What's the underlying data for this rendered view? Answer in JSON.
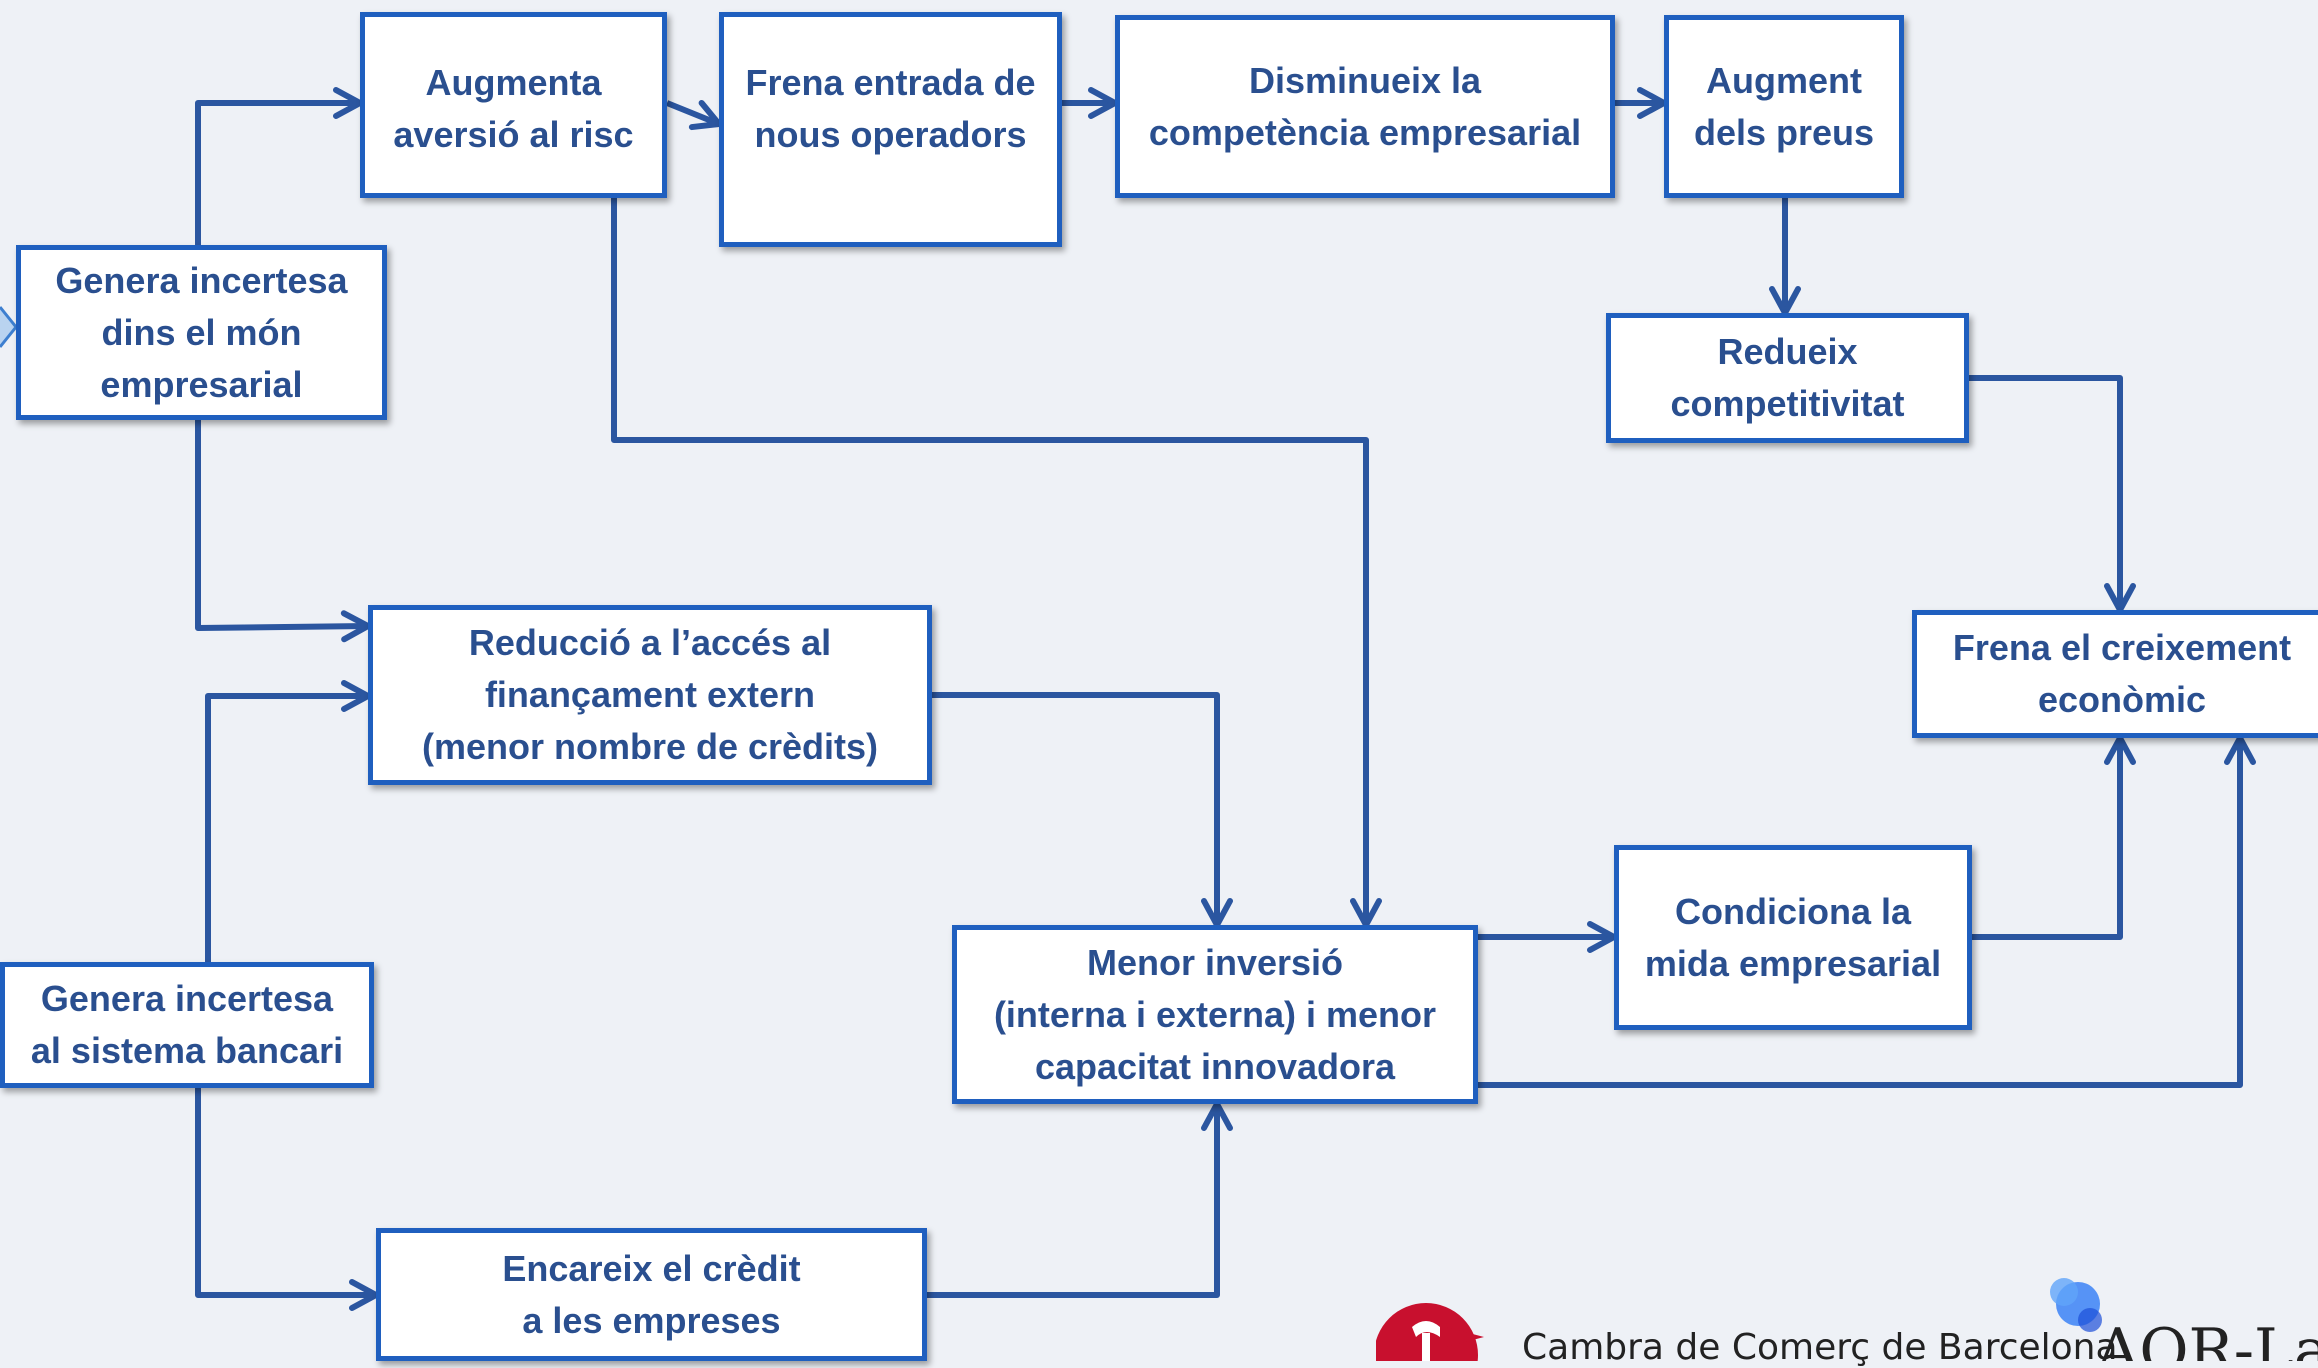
{
  "colors": {
    "background": "#eef1f6",
    "box_border": "#1f5fbf",
    "box_text": "#2a4f8f",
    "arrow": "#2b56a0",
    "logo_red": "#c8102e",
    "logo_blue": "#3b82f6"
  },
  "nodes": {
    "genera_empresarial": "Genera incertesa\ndins el món\nempresarial",
    "augmenta_aversio": "Augmenta\naversió al risc",
    "frena_entrada": "Frena entrada de\nnous operadors",
    "disminueix_competencia": "Disminueix la\ncompetència empresarial",
    "augment_preus": "Augment\ndels preus",
    "redueix_competitivitat": "Redueix\ncompetitivitat",
    "frena_creixement": "Frena el creixement\neconòmic",
    "reduccio_acces": "Reducció a l’accés al\nfinançament extern\n(menor nombre de crèdits)",
    "genera_bancari": "Genera incertesa\nal sistema bancari",
    "menor_inversio": "Menor inversió\n(interna i externa)  i menor\ncapacitat innovadora",
    "condiciona_mida": "Condiciona la\nmida empresarial",
    "encareix_credit": "Encareix el crèdit\na les empreses"
  },
  "logos": {
    "cambra_text": "Cambra de Comerç de Barcelona",
    "cambra_icon": "cambra-logo-icon",
    "aqr_text": "AQR-Lab",
    "aqr_icon": "aqr-logo-icon"
  }
}
